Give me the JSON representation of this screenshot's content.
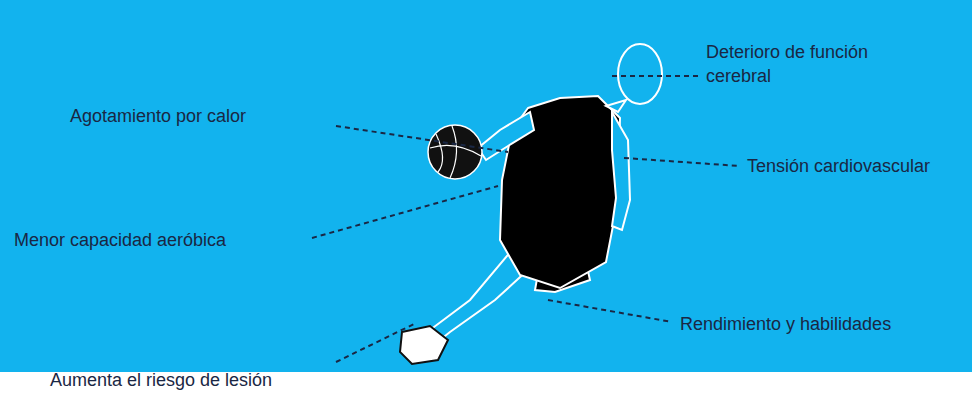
{
  "diagram": {
    "labels": [
      "Deterioro de función cerebral",
      "Agotamiento por calor",
      "Tensión cardiovascular",
      "Menor capacidad aeróbica",
      "Rendimiento y habilidades",
      "Aumenta el riesgo de lesión"
    ]
  }
}
